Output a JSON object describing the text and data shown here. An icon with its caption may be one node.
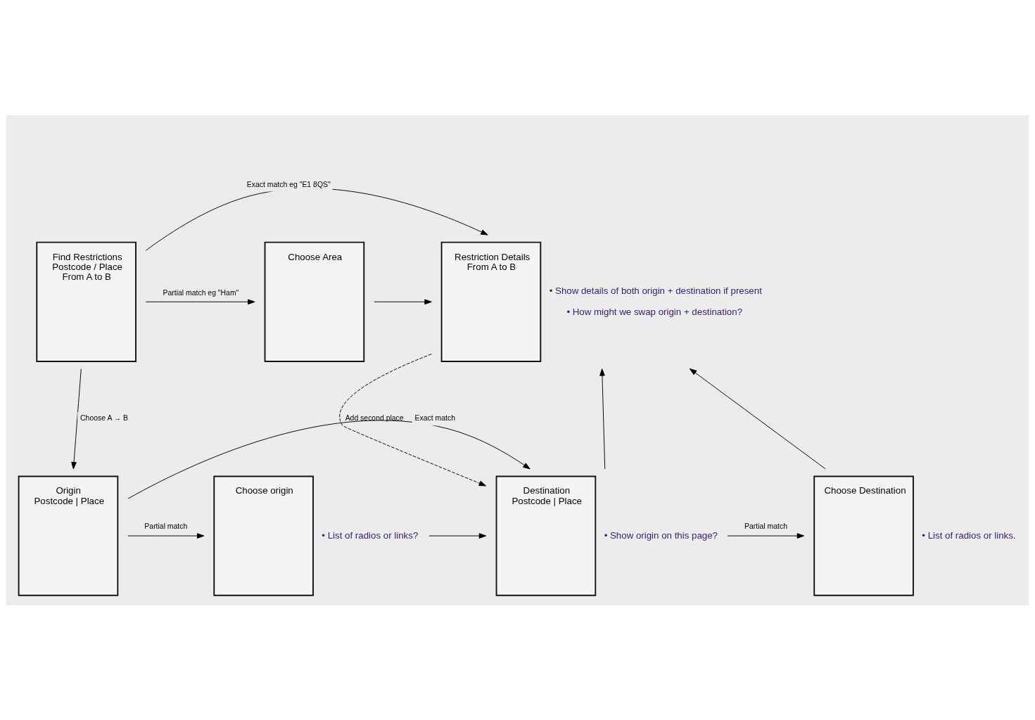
{
  "diagram": {
    "nodes": [
      {
        "text": [
          "Find Restrictions",
          "Postcode / Place",
          "From A to B"
        ]
      },
      {
        "text": [
          "Choose Area"
        ]
      },
      {
        "text": [
          "Restriction Details",
          "From A to B"
        ],
        "beside": [
          "• Show details of both origin + destination if present",
          "• How might we swap origin + destination?"
        ]
      },
      {
        "text": [
          "Origin",
          "Postcode | Place"
        ]
      },
      {
        "text": [
          "Choose origin"
        ],
        "beside": [
          "• List of radios or links?"
        ]
      },
      {
        "text": [
          "Destination",
          "Postcode | Place"
        ],
        "beside": [
          "• Show origin on this page?"
        ]
      },
      {
        "text": [
          "Choose Destination"
        ],
        "beside": [
          "• List of radios or links."
        ]
      }
    ],
    "edges": [
      {
        "from": 0,
        "to": 2,
        "arrow": "to",
        "label": "Exact match eg \"E1 8QS\""
      },
      {
        "from": 0,
        "to": 1,
        "arrow": "to",
        "label": "Partial match eg \"Ham\""
      },
      {
        "from": 1,
        "to": 2,
        "arrow": "to"
      },
      {
        "from": 0,
        "to": 3,
        "arrow": "to",
        "label": "Choose A → B"
      },
      {
        "from": 2,
        "to": 5,
        "arrow": "to",
        "label": "Add second place",
        "style": "dashed"
      },
      {
        "from": 3,
        "to": 4,
        "arrow": "to",
        "label": "Partial match"
      },
      {
        "from": 3,
        "to": 5,
        "arrow": "to",
        "label": "Exact match"
      },
      {
        "from": 4,
        "to": 5,
        "arrow": "to"
      },
      {
        "from": 5,
        "to": 6,
        "arrow": "to",
        "label": "Partial match"
      },
      {
        "from": 5,
        "to": 2,
        "arrow": "to"
      },
      {
        "from": 6,
        "to": 2,
        "arrow": "to"
      }
    ]
  }
}
